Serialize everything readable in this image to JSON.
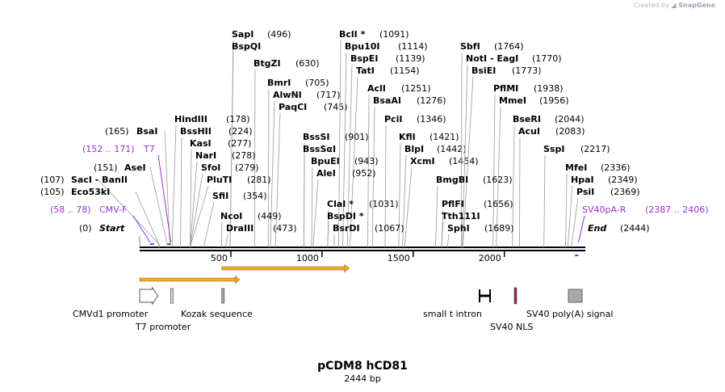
{
  "watermark": "Created by SnapGene",
  "map": {
    "name": "pCDM8 hCD81",
    "length_label": "2444 bp",
    "length": 2444
  },
  "colors": {
    "enzyme": "#000000",
    "primer": "#9b30d0",
    "orf": "#f5a623",
    "feature_gray": "#a8a8a8",
    "nls": "#8b2040"
  },
  "ruler": {
    "ticks": [
      500,
      1000,
      1500,
      2000
    ]
  },
  "ends": [
    {
      "label": "Start",
      "pos_label": "(0)",
      "pos": 0
    },
    {
      "label": "End",
      "pos_label": "(2444)",
      "pos": 2444
    }
  ],
  "sites_left": [
    {
      "name": "SapI",
      "pos_label": "(496)",
      "pos": 496
    },
    {
      "name": "BspQI",
      "pos_label": "",
      "pos": 496
    },
    {
      "name": "BtgZI",
      "pos_label": "(630)",
      "pos": 630
    },
    {
      "name": "BmrI",
      "pos_label": "(705)",
      "pos": 705
    },
    {
      "name": "AlwNI",
      "pos_label": "(717)",
      "pos": 717
    },
    {
      "name": "PaqCI",
      "pos_label": "(745)",
      "pos": 745
    },
    {
      "name": "HindIII",
      "pos_label": "(178)",
      "pos": 178
    },
    {
      "name": "BssHII",
      "pos_label": "(224)",
      "pos": 224
    },
    {
      "name": "KasI",
      "pos_label": "(277)",
      "pos": 277
    },
    {
      "name": "NarI",
      "pos_label": "(278)",
      "pos": 278
    },
    {
      "name": "SfoI",
      "pos_label": "(279)",
      "pos": 279
    },
    {
      "name": "PluTI",
      "pos_label": "(281)",
      "pos": 281
    },
    {
      "name": "SfiI",
      "pos_label": "(354)",
      "pos": 354
    },
    {
      "name": "NcoI",
      "pos_label": "(449)",
      "pos": 449
    },
    {
      "name": "DraIII",
      "pos_label": "(473)",
      "pos": 473
    }
  ],
  "sites_left_prefix": [
    {
      "name": "BsaI",
      "pos_label": "(165)",
      "pos": 165
    },
    {
      "name": "AseI",
      "pos_label": "(151)",
      "pos": 151
    },
    {
      "name": "SacI - BanII",
      "pos_label": "(107)",
      "pos": 107
    },
    {
      "name": "Eco53kI",
      "pos_label": "(105)",
      "pos": 105
    }
  ],
  "sites_mid": [
    {
      "name": "BclI *",
      "pos_label": "(1091)",
      "pos": 1091
    },
    {
      "name": "Bpu10I",
      "pos_label": "(1114)",
      "pos": 1114
    },
    {
      "name": "BspEI",
      "pos_label": "(1139)",
      "pos": 1139
    },
    {
      "name": "TatI",
      "pos_label": "(1154)",
      "pos": 1154
    },
    {
      "name": "AclI",
      "pos_label": "(1251)",
      "pos": 1251
    },
    {
      "name": "BsaAI",
      "pos_label": "(1276)",
      "pos": 1276
    },
    {
      "name": "PciI",
      "pos_label": "(1346)",
      "pos": 1346
    },
    {
      "name": "BssSI",
      "pos_label": "(901)",
      "pos": 901
    },
    {
      "name": "BssSαI",
      "pos_label": "",
      "pos": 901
    },
    {
      "name": "BpuEI",
      "pos_label": "(943)",
      "pos": 943
    },
    {
      "name": "AleI",
      "pos_label": "(952)",
      "pos": 952
    },
    {
      "name": "KflI",
      "pos_label": "(1421)",
      "pos": 1421
    },
    {
      "name": "BlpI",
      "pos_label": "(1442)",
      "pos": 1442
    },
    {
      "name": "XcmI",
      "pos_label": "(1454)",
      "pos": 1454
    },
    {
      "name": "ClaI *",
      "pos_label": "(1031)",
      "pos": 1031
    },
    {
      "name": "BspDI *",
      "pos_label": "",
      "pos": 1031
    },
    {
      "name": "BsrDI",
      "pos_label": "(1067)",
      "pos": 1067
    }
  ],
  "sites_right": [
    {
      "name": "SbfI",
      "pos_label": "(1764)",
      "pos": 1764
    },
    {
      "name": "NotI - EagI",
      "pos_label": "(1770)",
      "pos": 1770
    },
    {
      "name": "BsiEI",
      "pos_label": "(1773)",
      "pos": 1773
    },
    {
      "name": "PflMI",
      "pos_label": "(1938)",
      "pos": 1938
    },
    {
      "name": "MmeI",
      "pos_label": "(1956)",
      "pos": 1956
    },
    {
      "name": "BseRI",
      "pos_label": "(2044)",
      "pos": 2044
    },
    {
      "name": "AcuI",
      "pos_label": "(2083)",
      "pos": 2083
    },
    {
      "name": "SspI",
      "pos_label": "(2217)",
      "pos": 2217
    },
    {
      "name": "MfeI",
      "pos_label": "(2336)",
      "pos": 2336
    },
    {
      "name": "HpaI",
      "pos_label": "(2349)",
      "pos": 2349
    },
    {
      "name": "PsiI",
      "pos_label": "(2369)",
      "pos": 2369
    },
    {
      "name": "BmgBI",
      "pos_label": "(1623)",
      "pos": 1623
    },
    {
      "name": "PflFI",
      "pos_label": "(1656)",
      "pos": 1656
    },
    {
      "name": "Tth111I",
      "pos_label": "",
      "pos": 1656
    },
    {
      "name": "SphI",
      "pos_label": "(1689)",
      "pos": 1689
    }
  ],
  "primers": [
    {
      "name": "T7",
      "range_label": "(152 .. 171)",
      "start": 152,
      "end": 171
    },
    {
      "name": "CMV-F",
      "range_label": "(58 .. 78)",
      "start": 58,
      "end": 78
    },
    {
      "name": "SV40pA-R",
      "range_label": "(2387 .. 2406)",
      "start": 2387,
      "end": 2406
    }
  ],
  "orfs": [
    {
      "start": 0,
      "end": 550
    },
    {
      "start": 450,
      "end": 1150
    }
  ],
  "features": [
    {
      "name": "CMVd1 promoter",
      "start": 0,
      "end": 100,
      "kind": "arrow"
    },
    {
      "name": "T7 promoter",
      "start": 152,
      "end": 171,
      "kind": "box"
    },
    {
      "name": "Kozak sequence",
      "start": 446,
      "end": 456,
      "kind": "box"
    },
    {
      "name": "small t intron",
      "start": 1850,
      "end": 1915,
      "kind": "intron"
    },
    {
      "name": "SV40 NLS",
      "start": 2040,
      "end": 2061,
      "kind": "nls"
    },
    {
      "name": "SV40 poly(A) signal",
      "start": 2335,
      "end": 2420,
      "kind": "box"
    }
  ]
}
